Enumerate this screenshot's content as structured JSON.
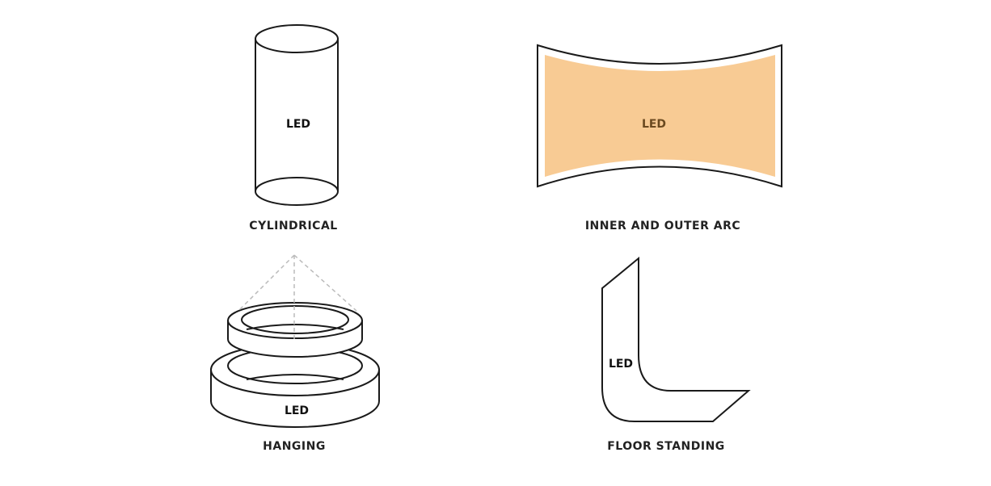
{
  "colors": {
    "arc_fill": "#f8cb94",
    "arc_label": "#6b4a20",
    "stroke": "#1a1a1a"
  },
  "items": [
    {
      "caption": "CYLINDRICAL",
      "label": "LED"
    },
    {
      "caption": "INNER AND OUTER ARC",
      "label": "LED"
    },
    {
      "caption": "HANGING",
      "label": "LED"
    },
    {
      "caption": "FLOOR STANDING",
      "label": "LED"
    }
  ]
}
